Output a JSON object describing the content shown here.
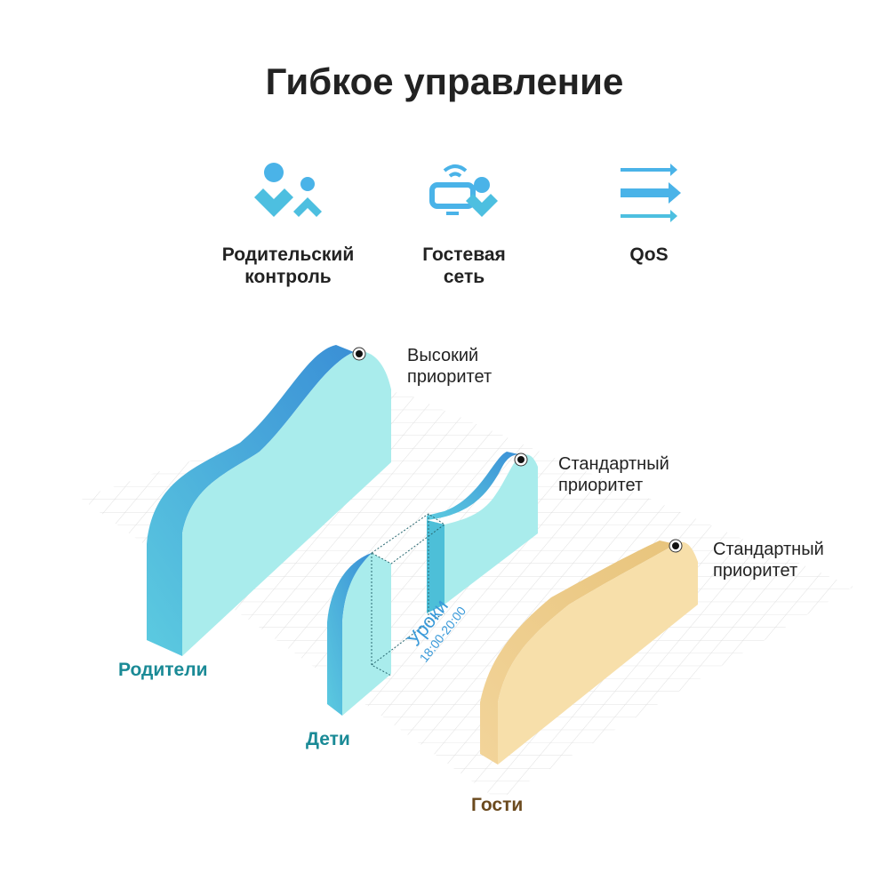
{
  "title": "Гибкое управление",
  "features": [
    {
      "icon": "parental-control-icon",
      "label_1": "Родительский",
      "label_2": "контроль"
    },
    {
      "icon": "guest-network-icon",
      "label_1": "Гостевая",
      "label_2": "сеть"
    },
    {
      "icon": "qos-arrows-icon",
      "label_1": "QoS",
      "label_2": ""
    }
  ],
  "diagram": {
    "groups": [
      {
        "name": "Родители",
        "priority_1": "Высокий",
        "priority_2": "приоритет",
        "color": "#1a8a96"
      },
      {
        "name": "Дети",
        "priority_1": "Стандартный",
        "priority_2": "приоритет",
        "color": "#1a8a96"
      },
      {
        "name": "Гости",
        "priority_1": "Стандартный",
        "priority_2": "приоритет",
        "color": "#6b4a1e"
      }
    ],
    "lesson_label": "Уроки",
    "lesson_time": "18:00-20:00"
  },
  "colors": {
    "accent": "#4ab3e8",
    "cyan": "#a9ecec",
    "tan": "#f7dfaa"
  }
}
